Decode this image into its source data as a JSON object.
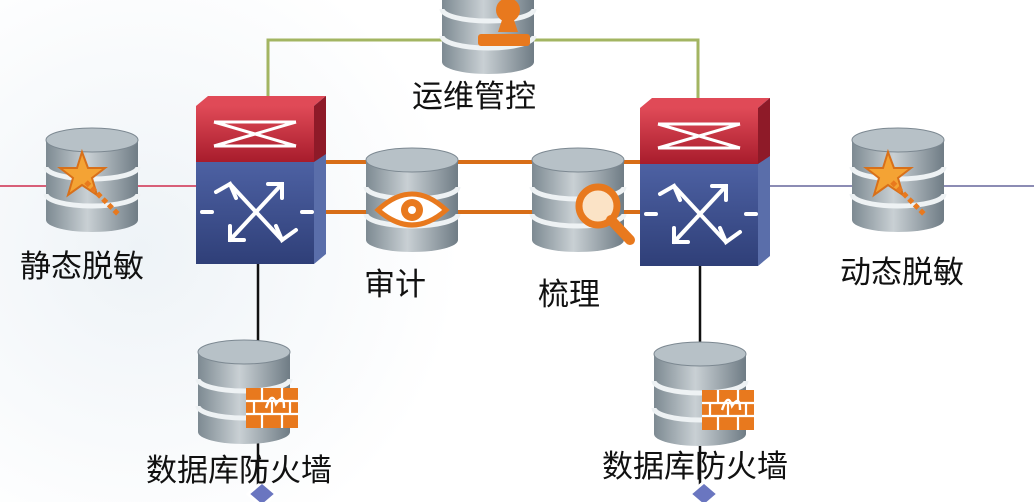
{
  "diagram": {
    "labels": {
      "ops_control": "运维管控",
      "static_masking": "静态脱敏",
      "audit": "审计",
      "discovery": "梳理",
      "dynamic_masking": "动态脱敏",
      "db_firewall_left": "数据库防火墙",
      "db_firewall_right": "数据库防火墙"
    },
    "icons": {
      "ops_control": "database-stamp-icon",
      "static_masking": "database-magic-wand-icon",
      "audit": "database-eye-icon",
      "discovery": "database-magnifier-icon",
      "dynamic_masking": "database-magic-wand-icon",
      "db_firewall": "database-brick-firewall-icon",
      "switch": "network-switch-icon"
    },
    "colors": {
      "accent_orange": "#e8791e",
      "switch_red": "#c8283a",
      "switch_blue": "#3d5191",
      "database_gray": "#8e9aa2",
      "link_green": "#a3b562",
      "link_orange": "#d86e18",
      "link_pink": "#d85f78",
      "link_lavender": "#8c8cb4",
      "link_black": "#111111"
    }
  }
}
